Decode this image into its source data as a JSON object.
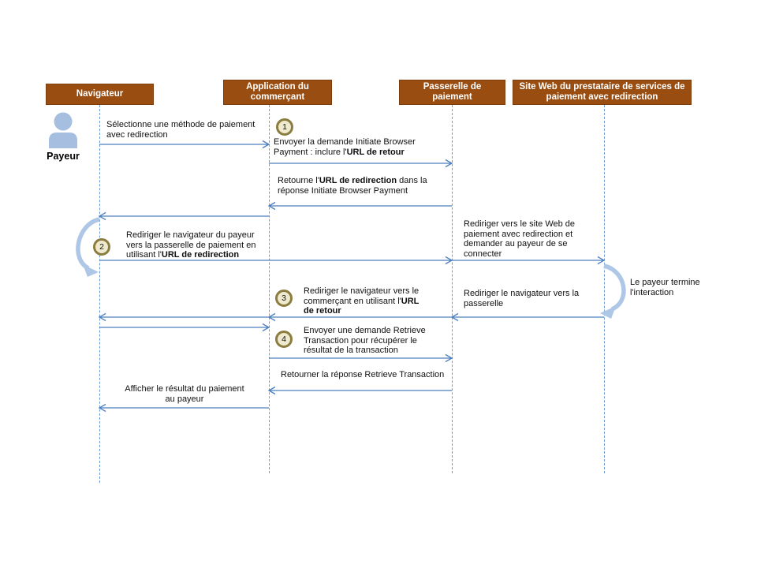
{
  "participants": [
    {
      "label": "Navigateur"
    },
    {
      "label": "Application  du commerçant"
    },
    {
      "label": "Passerelle de paiement"
    },
    {
      "label": "Site Web du prestataire de services de paiement avec redirection"
    }
  ],
  "actor": {
    "label": "Payeur"
  },
  "steps": [
    {
      "number": "1"
    },
    {
      "number": "2"
    },
    {
      "number": "3"
    },
    {
      "number": "4"
    }
  ],
  "messages": {
    "select_payment": {
      "segments": [
        {
          "t": "Sélectionne une méthode de paiement avec redirection"
        }
      ]
    },
    "initiate_request": {
      "segments": [
        {
          "t": "Envoyer la demande Initiate Browser Payment : inclure l'"
        },
        {
          "t": "URL de retour",
          "b": true
        }
      ]
    },
    "initiate_response": {
      "segments": [
        {
          "t": "Retourne l'"
        },
        {
          "t": "URL de redirection",
          "b": true
        },
        {
          "t": " dans la réponse Initiate Browser Payment"
        }
      ]
    },
    "redirect_to_gateway": {
      "segments": [
        {
          "t": "Rediriger le navigateur du payeur vers la passerelle de paiement en utilisant l'"
        },
        {
          "t": "URL  de redirection",
          "b": true
        }
      ]
    },
    "redirect_to_site": {
      "segments": [
        {
          "t": "Rediriger vers le site Web de paiement avec redirection et demander au payeur de se connecter"
        }
      ]
    },
    "payer_done": {
      "segments": [
        {
          "t": "Le payeur termine l'interaction"
        }
      ]
    },
    "redirect_to_merchant": {
      "segments": [
        {
          "t": "Rediriger le navigateur vers le commerçant en utilisant l'"
        },
        {
          "t": "URL de retour",
          "b": true
        }
      ]
    },
    "redirect_back_gateway": {
      "segments": [
        {
          "t": "Rediriger le navigateur vers la passerelle"
        }
      ]
    },
    "retrieve_request": {
      "segments": [
        {
          "t": "Envoyer une demande Retrieve Transaction pour récupérer le résultat de la transaction"
        }
      ]
    },
    "retrieve_response": {
      "segments": [
        {
          "t": "Retourner la réponse Retrieve Transaction"
        }
      ]
    },
    "show_result": {
      "segments": [
        {
          "t": "Afficher le résultat du paiement au payeur"
        }
      ]
    }
  },
  "colors": {
    "participant_bg": "#9A4D10",
    "participant_text": "#FFFFFF",
    "arrow": "#4C7FBF",
    "lifeline": "#6F9BD2",
    "loop_arrow": "#AEC7E7",
    "step_ring": "#8A7D3F",
    "step_fill": "#EFE9CE",
    "actor_icon": "#A6BFE0"
  }
}
